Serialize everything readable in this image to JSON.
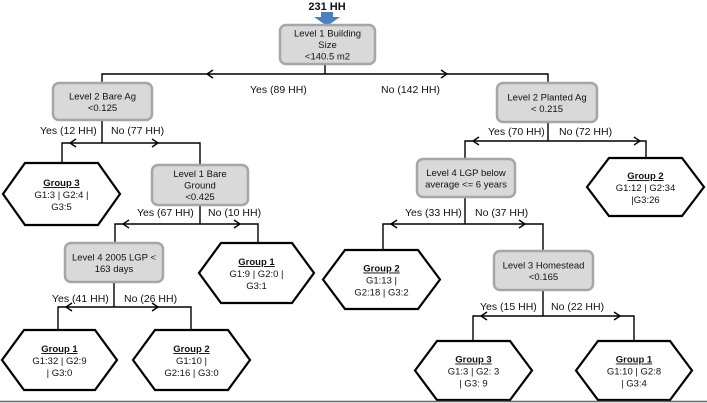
{
  "root_count": "231 HH",
  "colors": {
    "decision_fill": "#d9d9d9",
    "decision_border": "#a6a6a6",
    "arrow_blue": "#4a7fc1",
    "line": "#000000"
  },
  "nodes": {
    "root": {
      "lines": [
        "Level 1 Building",
        "Size",
        "<140.5 m2"
      ]
    },
    "bare_ag": {
      "lines": [
        "Level 2 Bare Ag",
        "<0.125"
      ]
    },
    "bare_ground": {
      "lines": [
        "Level 1 Bare",
        "Ground",
        "<0.425"
      ]
    },
    "lgp2005": {
      "lines": [
        "Level 4 2005 LGP <",
        "163 days"
      ]
    },
    "planted_ag": {
      "lines": [
        "Level 2 Planted Ag",
        "< 0.215"
      ]
    },
    "lgp_below": {
      "lines": [
        "Level 4 LGP below",
        "average <= 6 years"
      ]
    },
    "homestead": {
      "lines": [
        "Level 3 Homestead",
        "<0.165"
      ]
    }
  },
  "leaves": {
    "g3_a": {
      "title": "Group 3",
      "lines": [
        "G1:3 | G2:4 |",
        "G3:5"
      ]
    },
    "g1_a": {
      "title": "Group 1",
      "lines": [
        "G1:9 | G2:0 |",
        "G3:1"
      ]
    },
    "g1_b": {
      "title": "Group 1",
      "lines": [
        "G1:32 | G2:9",
        "| G3:0"
      ]
    },
    "g2_a": {
      "title": "Group 2",
      "lines": [
        "G1:10 |",
        "G2:16 | G3:0"
      ]
    },
    "g2_b": {
      "title": "Group 2",
      "lines": [
        "G1:12 | G2:34",
        "|G3:26"
      ]
    },
    "g2_c": {
      "title": "Group 2",
      "lines": [
        "G1:13 |",
        "G2:18 | G3:2"
      ]
    },
    "g3_b": {
      "title": "Group 3",
      "lines": [
        "G1:3 | G2: 3",
        "| G3: 9"
      ]
    },
    "g1_c": {
      "title": "Group 1",
      "lines": [
        "G1:10 | G2:8",
        "| G3:4"
      ]
    }
  },
  "branches": {
    "root_yes": "Yes (89 HH)",
    "root_no": "No (142 HH)",
    "bare_ag_yes": "Yes (12 HH)",
    "bare_ag_no": "No (77 HH)",
    "bare_ground_yes": "Yes (67 HH)",
    "bare_ground_no": "No (10 HH)",
    "lgp2005_yes": "Yes (41 HH)",
    "lgp2005_no": "No (26 HH)",
    "planted_ag_yes": "Yes (70 HH)",
    "planted_ag_no": "No (72 HH)",
    "lgp_below_yes": "Yes (33 HH)",
    "lgp_below_no": "No (37 HH)",
    "homestead_yes": "Yes (15 HH)",
    "homestead_no": "No (22 HH)"
  }
}
